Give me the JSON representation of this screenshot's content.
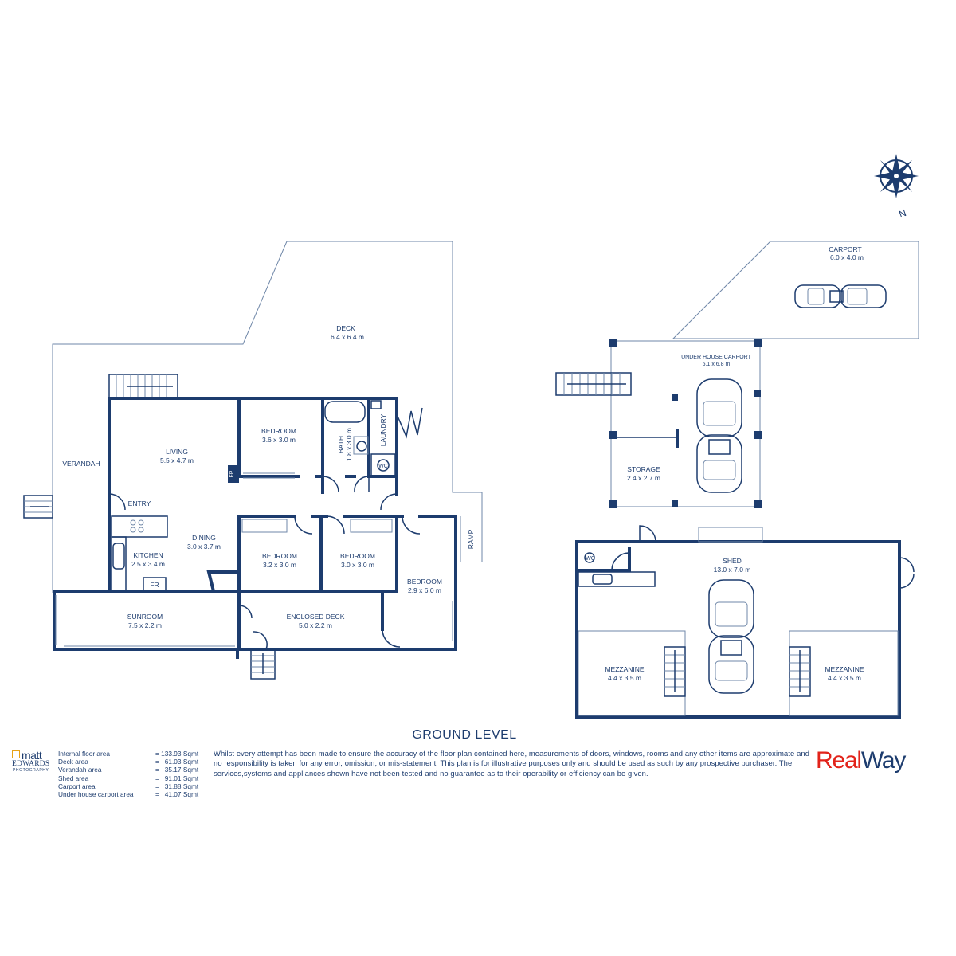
{
  "heading": "GROUND LEVEL",
  "compass": {
    "north_label": "N",
    "icon": "compass-rose-icon"
  },
  "rooms": {
    "deck": {
      "name": "DECK",
      "size": "6.4  x  6.4 m"
    },
    "verandah": {
      "name": "VERANDAH"
    },
    "living": {
      "name": "LIVING",
      "size": "5.5  x  4.7 m"
    },
    "bedroom1": {
      "name": "BEDROOM",
      "size": "3.6  x  3.0 m"
    },
    "bath": {
      "name": "BATH",
      "size": "1.8  x  3.0 m"
    },
    "laundry": {
      "name": "LAUNDRY"
    },
    "wc": "WC",
    "fp": "FP",
    "entry": {
      "name": "ENTRY"
    },
    "dining": {
      "name": "DINING",
      "size": "3.0  x  3.7 m"
    },
    "kitchen": {
      "name": "KITCHEN",
      "size": "2.5  x  3.4 m"
    },
    "fr": "FR",
    "bedroom2": {
      "name": "BEDROOM",
      "size": "3.2  x  3.0 m"
    },
    "bedroom3": {
      "name": "BEDROOM",
      "size": "3.0  x  3.0 m"
    },
    "bedroom4": {
      "name": "BEDROOM",
      "size": "2.9  x  6.0 m"
    },
    "ramp": {
      "name": "RAMP"
    },
    "sunroom": {
      "name": "SUNROOM",
      "size": "7.5  x  2.2 m"
    },
    "enclosed_deck": {
      "name": "ENCLOSED DECK",
      "size": "5.0  x  2.2 m"
    },
    "carport": {
      "name": "CARPORT",
      "size": "6.0  x  4.0 m"
    },
    "under_house_carport": {
      "name": "UNDER HOUSE CARPORT",
      "size": "6.1  x  6.8 m"
    },
    "storage": {
      "name": "STORAGE",
      "size": "2.4  x  2.7 m"
    },
    "shed": {
      "name": "SHED",
      "size": "13.0  x  7.0 m"
    },
    "shed_wc": "WC",
    "mezzanine_left": {
      "name": "MEZZANINE",
      "size": "4.4  x  3.5 m"
    },
    "mezzanine_right": {
      "name": "MEZZANINE",
      "size": "4.4  x  3.5 m"
    }
  },
  "areas": [
    {
      "label": "Internal floor area",
      "value": "= 133.93 Sqmt"
    },
    {
      "label": "Deck area",
      "value": "=   61.03 Sqmt"
    },
    {
      "label": "Verandah area",
      "value": "=   35.17 Sqmt"
    },
    {
      "label": "Shed area",
      "value": "=   91.01 Sqmt"
    },
    {
      "label": "Carport area",
      "value": "=   31.88 Sqmt"
    },
    {
      "label": "Under house carport area",
      "value": "=   41.07 Sqmt"
    }
  ],
  "disclaimer": "Whilst every attempt has been made to ensure the accuracy of the floor plan contained here, measurements of doors, windows, rooms and any other items are approximate and no responsibility is taken for any error, omission, or mis-statement. This plan is for illustrative purposes only and should be used as such by any prospective purchaser. The services,systems and appliances shown have not been tested and no guarantee as to their operability or efficiency can be given.",
  "logos": {
    "photographer": {
      "line1": "matt",
      "line2": "EDWARDS",
      "line3": "PHOTOGRAPHY"
    },
    "agency": {
      "part1": "Real",
      "part2": "Way",
      "accent": "#e2231a"
    }
  },
  "colors": {
    "line": "#1d3c6e",
    "agency_red": "#e2231a",
    "photographer_gold": "#e8a317"
  }
}
